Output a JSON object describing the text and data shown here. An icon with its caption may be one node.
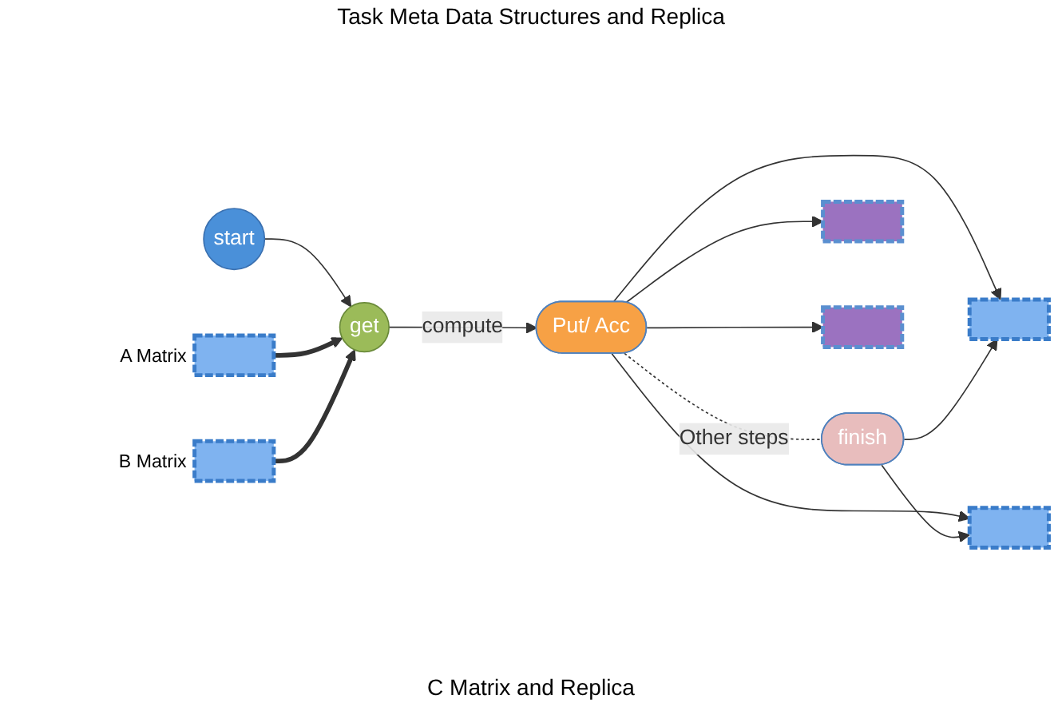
{
  "diagram": {
    "nodes": [
      {
        "text": [
          "start"
        ]
      },
      {
        "text": [
          "get"
        ]
      },
      {
        "text": [
          "Put/ Acc"
        ]
      },
      {
        "text": [
          "finish"
        ]
      },
      {
        "text": [],
        "shape": "box",
        "beside": [
          "A Matrix"
        ]
      },
      {
        "text": [],
        "shape": "box",
        "beside": [
          "B Matrix"
        ]
      },
      {
        "text": [],
        "shape": "box"
      },
      {
        "text": [],
        "shape": "box"
      },
      {
        "text": [],
        "shape": "box"
      },
      {
        "text": [],
        "shape": "box"
      }
    ],
    "edges": [
      {
        "from": 0,
        "to": 1,
        "arrow": "to"
      },
      {
        "from": 1,
        "to": 2,
        "arrow": "to",
        "label": "compute"
      },
      {
        "from": 4,
        "to": 1,
        "arrow": "to",
        "style": "thick"
      },
      {
        "from": 5,
        "to": 1,
        "arrow": "to",
        "style": "thick"
      },
      {
        "from": 2,
        "to": 6,
        "arrow": "to"
      },
      {
        "from": 2,
        "to": 7,
        "arrow": "to"
      },
      {
        "from": 3,
        "to": 6,
        "arrow": "to"
      },
      {
        "from": 3,
        "to": 7,
        "arrow": "to"
      },
      {
        "from": 2,
        "to": 8,
        "arrow": "to"
      },
      {
        "from": 2,
        "to": 9,
        "arrow": "to"
      },
      {
        "from": 2,
        "to": 3,
        "arrow": "none",
        "style": "dashed",
        "label": "Other steps"
      }
    ],
    "labels": [
      "Task Meta Data Structures and Replica",
      "C Matrix and Replica"
    ]
  }
}
